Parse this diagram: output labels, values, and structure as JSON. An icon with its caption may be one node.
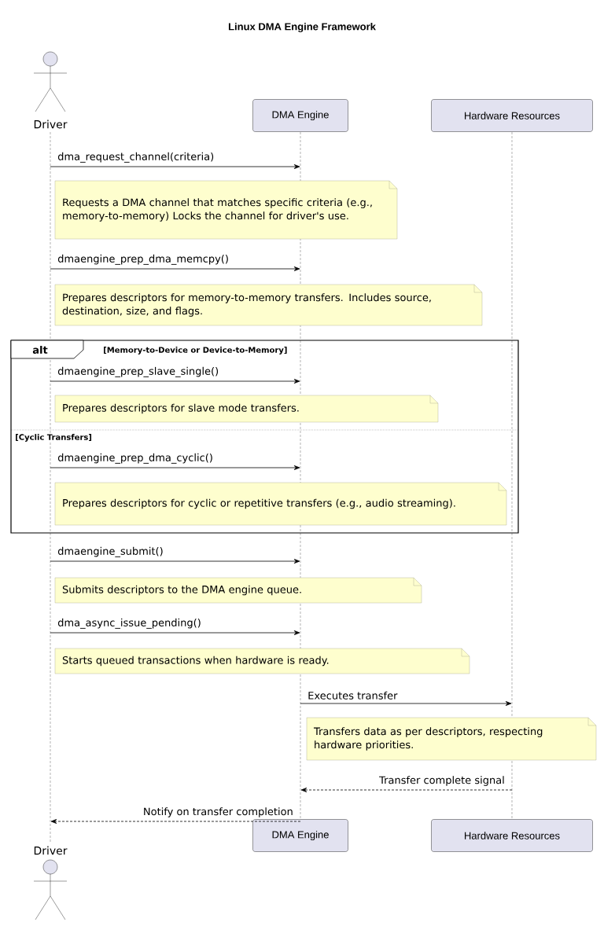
{
  "diagram": {
    "title": "Linux DMA Engine Framework",
    "nodes": [
      {
        "text": [
          "Driver"
        ]
      },
      {
        "text": [
          "DMA Engine"
        ]
      },
      {
        "text": [
          "Hardware Resources"
        ]
      },
      {
        "text": [
          "Requests a DMA channel that matches specific criteria (e.g., memory-to-memory) Locks the channel for driver's use."
        ]
      },
      {
        "text": [
          "Prepares descriptors for memory-to-memory transfers. Includes source, destination, size, and flags."
        ]
      },
      {
        "text": [
          "alt",
          "[Memory-to-Device or Device-to-Memory]",
          "[Cyclic Transfers]"
        ]
      },
      {
        "text": [
          "Prepares descriptors for slave mode transfers."
        ],
        "in": 5
      },
      {
        "text": [
          "Prepares descriptors for cyclic or repetitive transfers (e.g., audio streaming)."
        ],
        "in": 5
      },
      {
        "text": [
          "Submits descriptors to the DMA engine queue."
        ]
      },
      {
        "text": [
          "Starts queued transactions when hardware is ready."
        ]
      },
      {
        "text": [
          "Transfers data as per descriptors, respecting hardware priorities."
        ]
      },
      {
        "text": [
          "Driver"
        ]
      },
      {
        "text": [
          "DMA Engine"
        ]
      },
      {
        "text": [
          "Hardware Resources"
        ]
      },
      {
        "text": [],
        "shape": "bar"
      },
      {
        "text": [],
        "shape": "bar"
      },
      {
        "text": [],
        "shape": "bar"
      }
    ],
    "edges": [
      {
        "from": 14,
        "to": 15,
        "arrow": "to",
        "label": "dma_request_channel(criteria)"
      },
      {
        "from": 14,
        "to": 15,
        "arrow": "to",
        "label": "dmaengine_prep_dma_memcpy()"
      },
      {
        "from": 14,
        "to": 15,
        "arrow": "to",
        "label": "dmaengine_prep_slave_single()"
      },
      {
        "from": 14,
        "to": 15,
        "arrow": "to",
        "label": "dmaengine_prep_dma_cyclic()"
      },
      {
        "from": 14,
        "to": 15,
        "arrow": "to",
        "label": "dmaengine_submit()"
      },
      {
        "from": 14,
        "to": 15,
        "arrow": "to",
        "label": "dma_async_issue_pending()"
      },
      {
        "from": 15,
        "to": 16,
        "arrow": "to",
        "label": "Executes transfer"
      },
      {
        "from": 16,
        "to": 15,
        "arrow": "to",
        "label": "Transfer complete signal",
        "style": "dashed"
      },
      {
        "from": 15,
        "to": 14,
        "arrow": "to",
        "label": "Notify on transfer completion",
        "style": "dashed"
      }
    ]
  }
}
